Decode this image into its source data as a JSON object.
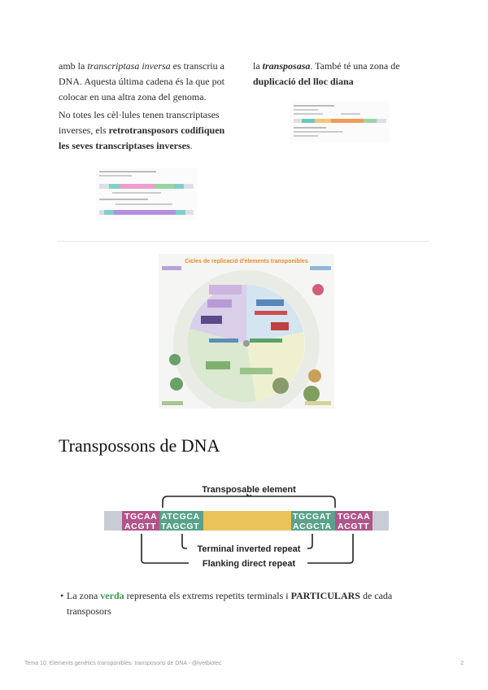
{
  "col_left": {
    "p1_a": "amb la ",
    "p1_italic": "transcriptasa inversa",
    "p1_b": " es transcriu a DNA. Aquesta última cadena és la que pot colocar en una altra zona del genoma.",
    "p2_a": "No totes les cèl·lules tenen transcriptases inverses, els ",
    "p2_bold": "retrotransposors codifiquen les seves transcriptases inverses",
    "p2_b": "."
  },
  "col_right": {
    "p1_a": "la ",
    "p1_bolditalic": "transposasa",
    "p1_b": ". També té una zona de ",
    "p1_bold": "duplicació del lloc diana"
  },
  "cycle_figure": {
    "title": "Cicles de replicació d'elements transponibles",
    "title_color": "#e58a2a"
  },
  "section": {
    "heading": "Transpossons de DNA"
  },
  "transposon_diagram": {
    "top_label": "Transposable element",
    "inner_label": "Terminal inverted repeat",
    "outer_label": "Flanking direct repeat",
    "left_top": "TGCAA",
    "left_top_2": "ATCGCA",
    "left_bottom": "ACGTT",
    "left_bottom_2": "TAGCGT",
    "right_top": "TGCGAT",
    "right_top_2": "TGCAA",
    "right_bottom": "ACGCTA",
    "right_bottom_2": "ACGTT",
    "colors": {
      "flank": "#b0558a",
      "tir": "#5aa28a",
      "middle": "#e8c45a",
      "outer_dna": "#c9ccd4"
    }
  },
  "bullet": {
    "a": "La zona ",
    "green": "verda",
    "b": " representa els extrems repetits terminals i ",
    "bold": "PARTICULARS",
    "c": " de cada transposors"
  },
  "footer": {
    "left": "Tema 10. Elements genètics transponibles: transposons de DNA - @ivetbiotec",
    "page": "2"
  }
}
